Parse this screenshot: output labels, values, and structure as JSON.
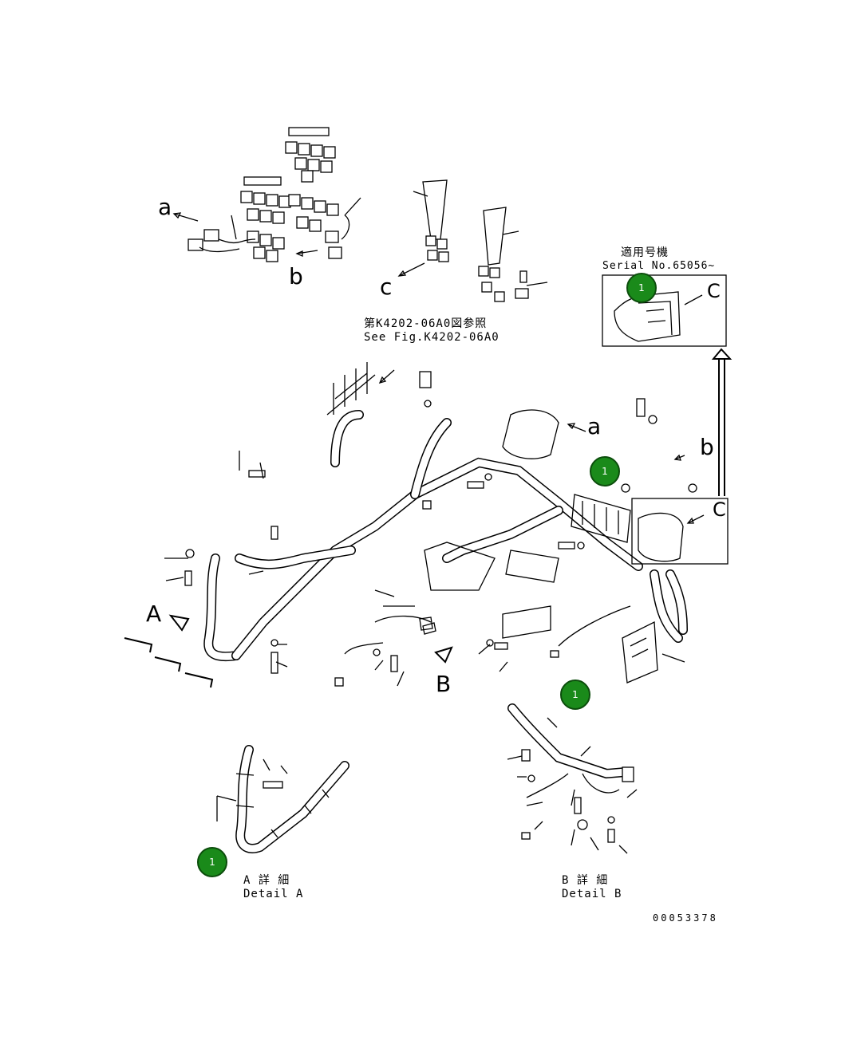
{
  "serial_box": {
    "title": "適用号機",
    "serial": "Serial No.65056~",
    "callout_letter": "C"
  },
  "reference": {
    "jp": "第K4202-06A0図参照",
    "en": "See Fig.K4202-06A0"
  },
  "letters": {
    "a_top": "a",
    "b_top": "b",
    "c_top": "c",
    "a_main": "a",
    "b_main": "b",
    "c_main": "C",
    "A_arrow": "A",
    "B_arrow": "B"
  },
  "badges": [
    "1",
    "1",
    "1",
    "1"
  ],
  "detail_a": {
    "jp": "A 詳 細",
    "en": "Detail A"
  },
  "detail_b": {
    "jp": "B 詳 細",
    "en": "Detail B"
  },
  "drawing_number": "00053378",
  "colors": {
    "badge_fill": "#1a8a1a",
    "line": "#000000",
    "background": "#ffffff"
  }
}
